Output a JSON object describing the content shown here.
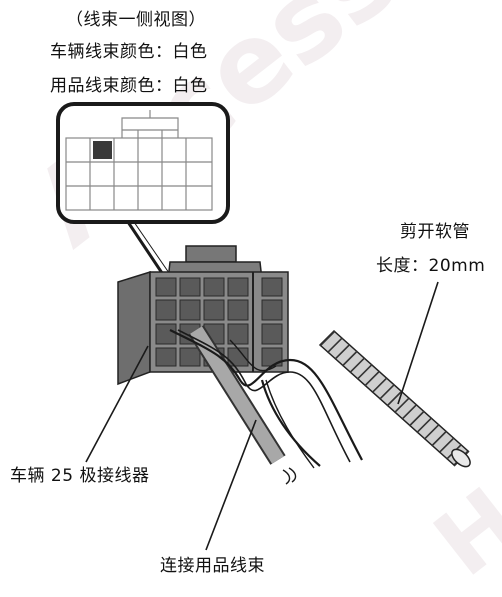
{
  "header": {
    "view_title": "（线束一侧视图）",
    "vehicle_harness_color": "车辆线束颜色：白色",
    "accessory_harness_color": "用品线束颜色：白色"
  },
  "labels": {
    "cut_tube": "剪开软管",
    "tube_length": "长度：20mm",
    "vehicle_connector": "车辆 25 极接线器",
    "accessory_harness": "连接用品线束"
  },
  "watermark": {
    "text_1": "Access",
    "text_2": "H"
  },
  "colors": {
    "line": "#1a1a1a",
    "connector_fill": "#8a8a8a",
    "connector_dark": "#555555",
    "highlight_cell": "#3a3a3a",
    "watermark": "#f3eef0"
  }
}
